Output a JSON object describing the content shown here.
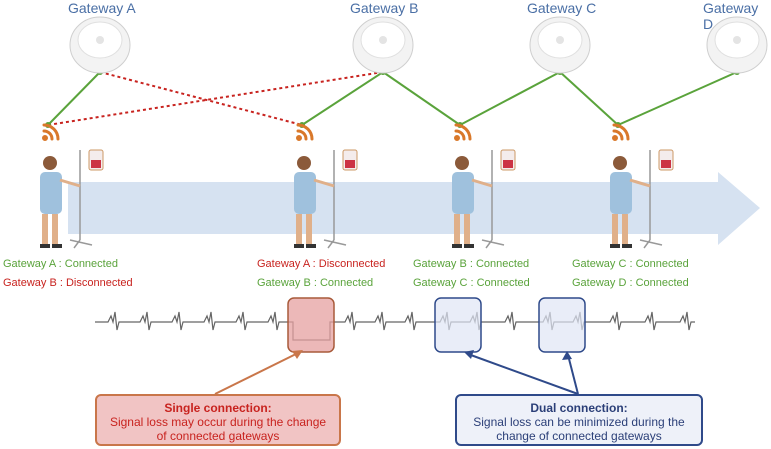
{
  "gateways": [
    {
      "label": "Gateway A"
    },
    {
      "label": "Gateway B"
    },
    {
      "label": "Gateway C"
    },
    {
      "label": "Gateway D"
    }
  ],
  "statuses": {
    "p1": [
      "Gateway A : Connected",
      "Gateway B : Disconnected"
    ],
    "p2": [
      "Gateway A : Disconnected",
      "Gateway B : Connected"
    ],
    "p3": [
      "Gateway B : Connected",
      "Gateway C : Connected"
    ],
    "p4": [
      "Gateway C : Connected",
      "Gateway D : Connected"
    ]
  },
  "callouts": {
    "single": {
      "title": "Single connection:",
      "text": "Signal loss may occur during the change of connected gateways"
    },
    "dual": {
      "title": "Dual connection:",
      "text": "Signal loss can be minimized during the change of connected gateways"
    }
  },
  "colors": {
    "connected": "#5aa33b",
    "disconnected": "#c8231f",
    "arrow": "#d6e2f1"
  }
}
